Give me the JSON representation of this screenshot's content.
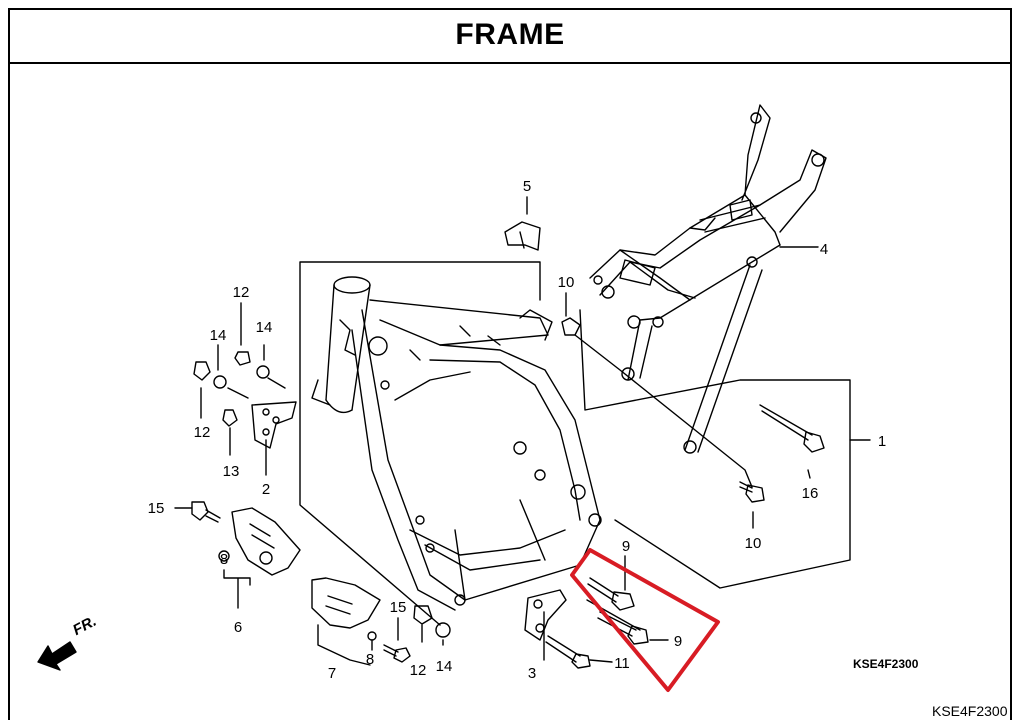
{
  "header": {
    "title": "FRAME"
  },
  "diagram_codes": {
    "inner": "KSE4F2300",
    "outer": "KSE4F2300"
  },
  "direction_label": "FR.",
  "callouts": {
    "c1": "1",
    "c2": "2",
    "c3": "3",
    "c4": "4",
    "c5": "5",
    "c6": "6",
    "c7": "7",
    "c8a": "8",
    "c8b": "8",
    "c9a": "9",
    "c9b": "9",
    "c10a": "10",
    "c10b": "10",
    "c11": "11",
    "c12a": "12",
    "c12b": "12",
    "c12c": "12",
    "c13": "13",
    "c14a": "14",
    "c14b": "14",
    "c14c": "14",
    "c15a": "15",
    "c15b": "15",
    "c16": "16"
  },
  "colors": {
    "highlight": "#d81c24",
    "line": "#000000",
    "background": "#ffffff"
  }
}
